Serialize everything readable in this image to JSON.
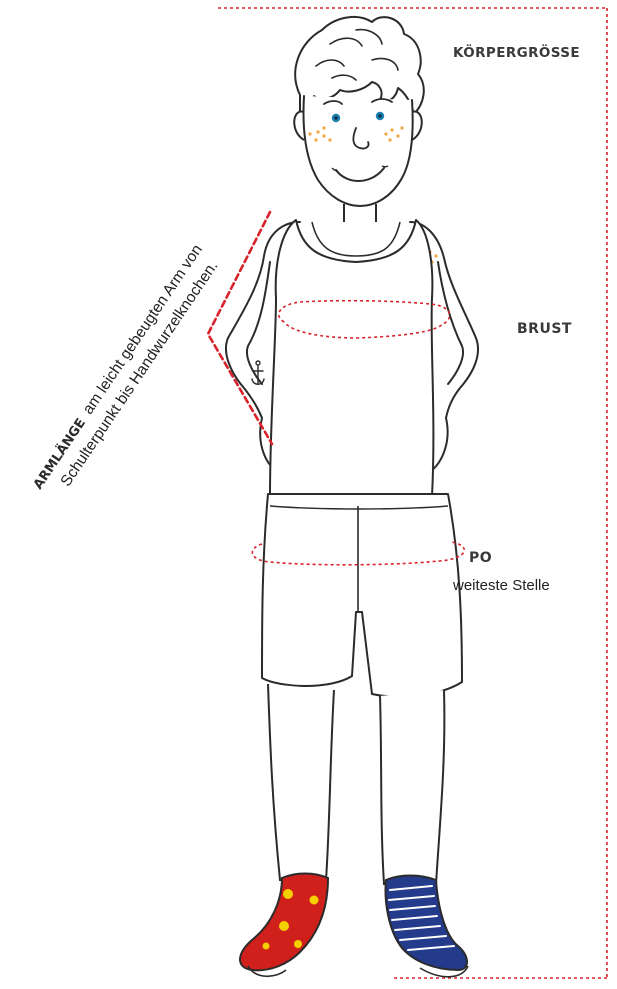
{
  "labels": {
    "height": "KÖRPERGRÖSSE",
    "chest": "BRUST",
    "hip": "PO",
    "hip_note": "weiteste Stelle",
    "arm_term": "ARMLÄNGE",
    "arm_line1_rest": "am leicht gebeugten Arm von",
    "arm_line2": "Schulterpunkt bis Handwurzelknochen."
  },
  "colors": {
    "measure_line": "#d8232a",
    "outline": "#2b2b2b",
    "eye": "#1d7fb0",
    "freckle": "#f2a541",
    "sock_left": "#d0201c",
    "sock_left_dots": "#f4d000",
    "sock_right": "#243a8a",
    "sock_right_stripes": "#ffffff"
  }
}
